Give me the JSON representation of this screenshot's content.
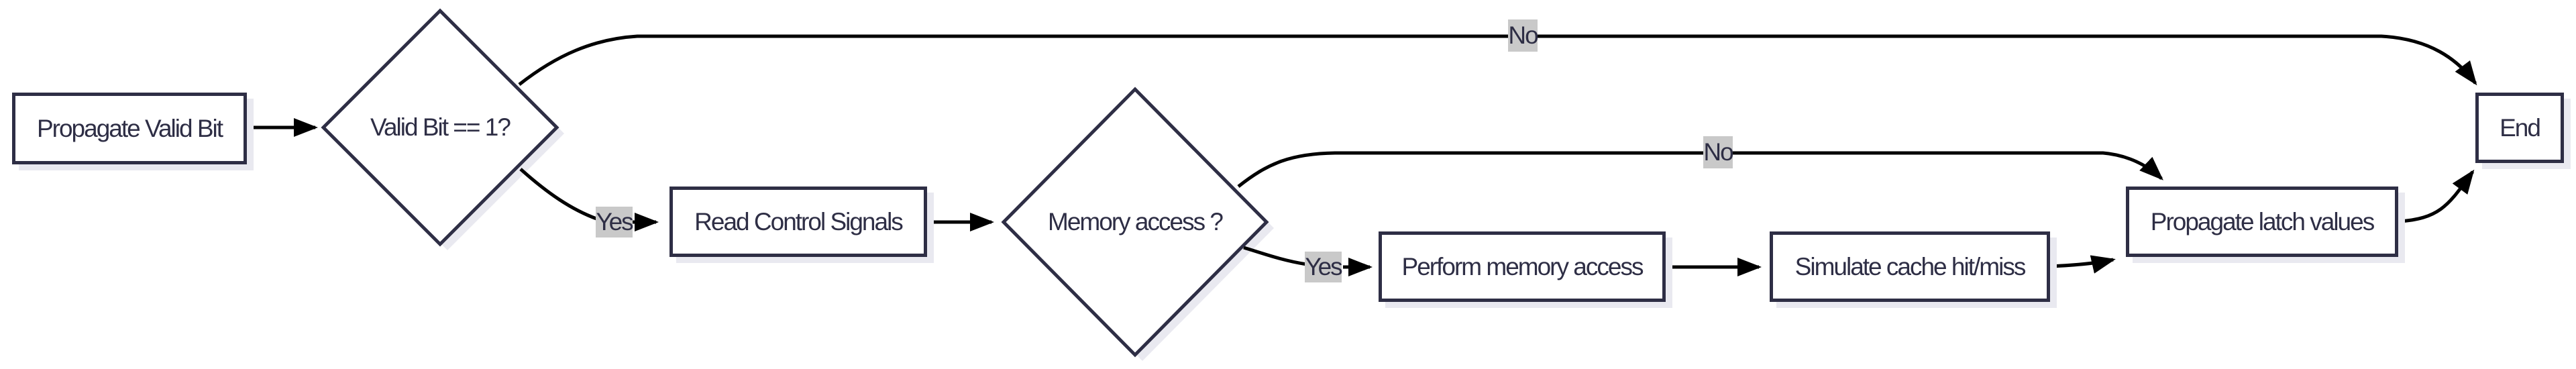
{
  "diagram": {
    "type": "flowchart",
    "background": "#ffffff",
    "colors": {
      "node_border": "#2e2e45",
      "node_fill": "#ffffff",
      "node_text": "#2e2e45",
      "edge_line": "#000000",
      "edge_label_bg": "#c9c9c9",
      "shadow": "#e9e9f0"
    },
    "nodes": [
      {
        "id": "propagate-valid-bit",
        "type": "box",
        "label": "Propagate Valid Bit"
      },
      {
        "id": "valid-bit-check",
        "type": "diamond",
        "label": "Valid Bit == 1?"
      },
      {
        "id": "read-control-signals",
        "type": "box",
        "label": "Read Control Signals"
      },
      {
        "id": "memory-access-check",
        "type": "diamond",
        "label": "Memory access ?"
      },
      {
        "id": "perform-memory-access",
        "type": "box",
        "label": "Perform memory access"
      },
      {
        "id": "simulate-cache-hit-miss",
        "type": "box",
        "label": "Simulate cache hit/miss"
      },
      {
        "id": "propagate-latch-values",
        "type": "box",
        "label": "Propagate latch values"
      },
      {
        "id": "end",
        "type": "box",
        "label": "End"
      }
    ],
    "edges": [
      {
        "from": "propagate-valid-bit",
        "to": "valid-bit-check",
        "label": ""
      },
      {
        "from": "valid-bit-check",
        "to": "end",
        "label": "No"
      },
      {
        "from": "valid-bit-check",
        "to": "read-control-signals",
        "label": "Yes"
      },
      {
        "from": "read-control-signals",
        "to": "memory-access-check",
        "label": ""
      },
      {
        "from": "memory-access-check",
        "to": "propagate-latch-values",
        "label": "No"
      },
      {
        "from": "memory-access-check",
        "to": "perform-memory-access",
        "label": "Yes"
      },
      {
        "from": "perform-memory-access",
        "to": "simulate-cache-hit-miss",
        "label": ""
      },
      {
        "from": "simulate-cache-hit-miss",
        "to": "propagate-latch-values",
        "label": ""
      },
      {
        "from": "propagate-latch-values",
        "to": "end",
        "label": ""
      }
    ]
  }
}
